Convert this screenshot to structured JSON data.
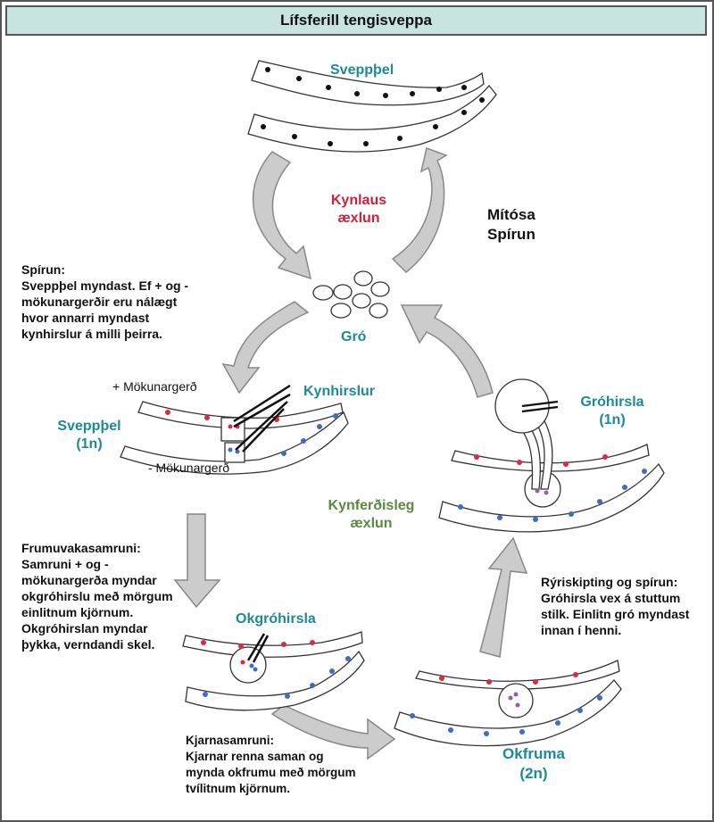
{
  "title": "Lífsferill tengisveppa",
  "labels": {
    "top_mycelium": "Sveppþel",
    "asexual_line1": "Kynlaus",
    "asexual_line2": "æxlun",
    "mitosis_line1": "Mítósa",
    "mitosis_line2": "Spírun",
    "spores": "Gró",
    "gametangia": "Kynhirslur",
    "mycelium_1n_line1": "Sveppþel",
    "mycelium_1n_line2": "(1n)",
    "plus_mating": "+ Mökunargerð",
    "minus_mating": "- Mökunargerð",
    "sporangium_line1": "Gróhirsla",
    "sporangium_line2": "(1n)",
    "sexual_line1": "Kynferðisleg",
    "sexual_line2": "æxlun",
    "zygosporangium": "Okgróhirsla",
    "zygote_line1": "Okfruma",
    "zygote_line2": "(2n)"
  },
  "notes": {
    "germination_left": [
      "Spírun:",
      "Sveppþel myndast. Ef + og -",
      "mökunargerðir eru nálægt",
      "hvor annarri myndast",
      "kynhirslur á milli þeirra."
    ],
    "plasmogamy": [
      "Frumuvakasamruni:",
      "Samruni + og -",
      "mökunargerða myndar",
      "okgróhirslu með mörgum",
      "einlitnum kjörnum.",
      "Okgróhirslan myndar",
      "þykka, verndandi skel."
    ],
    "meiosis": [
      "Rýriskipting og spírun:",
      "Gróhirsla vex á stuttum",
      "stilk. Einlitn gró myndast",
      "innan í henni."
    ],
    "karyogamy": [
      "Kjarnasamruni:",
      "Kjarnar renna saman og",
      "mynda okfrumu með mörgum",
      "tvílitnum kjörnum."
    ]
  },
  "colors": {
    "title_bg": "#c8e4e0",
    "label_teal": "#1a8a9a",
    "label_red": "#d11f3a",
    "label_green": "#5a8a3c",
    "nucleus_plus": "#e0283c",
    "nucleus_minus": "#3a6fc4",
    "nucleus_diploid": "#9a5ab0",
    "arrow_fill": "#cccccc"
  }
}
